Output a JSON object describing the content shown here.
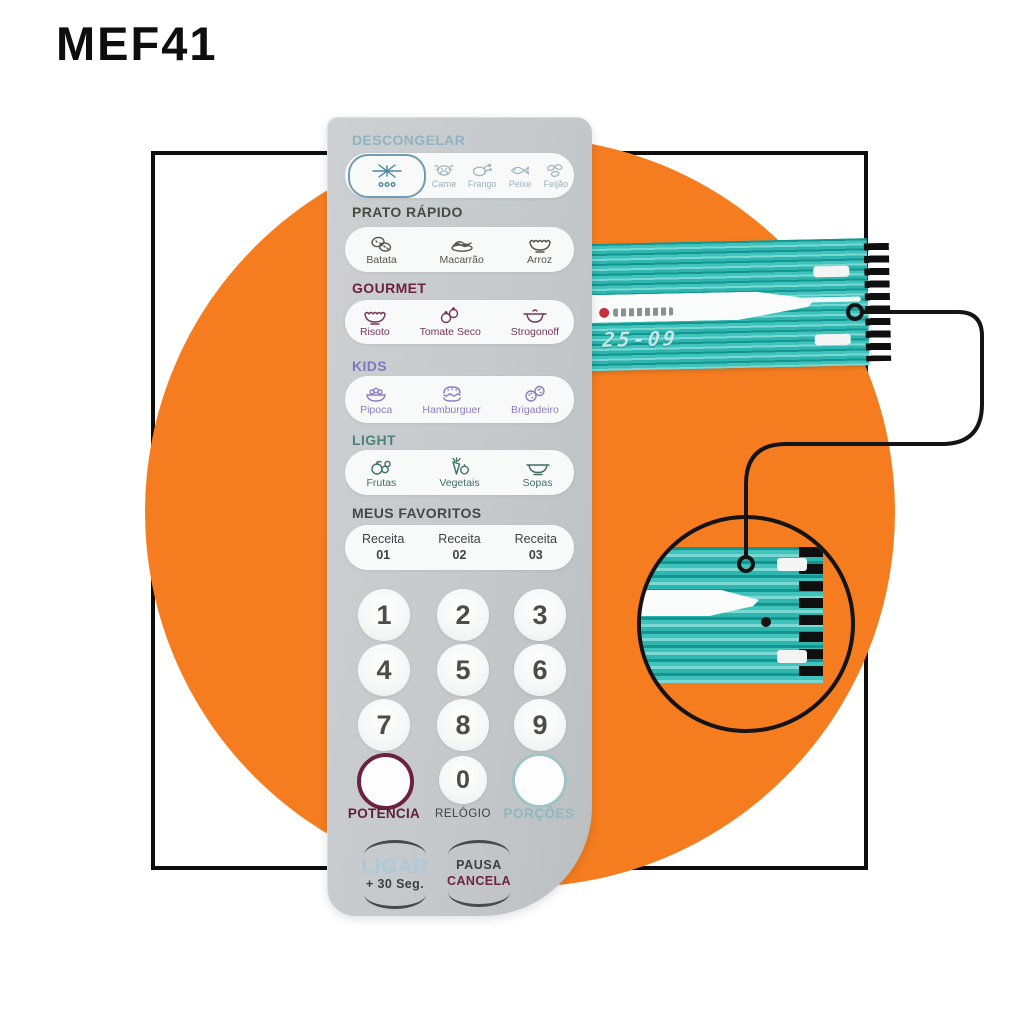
{
  "title": "MEF41",
  "colors": {
    "orange": "#F57D20",
    "cable_teal": "#2CB4AE",
    "descongelar_blue": "#8FB3C0",
    "prato_rapido_gray": "#4A4A45",
    "gourmet_maroon": "#6D2240",
    "kids_purple": "#8276BB",
    "light_teal": "#4E837A",
    "potencia_maroon": "#6A2240",
    "porcoes_teal": "#9FC3C6"
  },
  "panel": {
    "sections": [
      {
        "header": "DESCONGELAR",
        "items": [
          {
            "label": "Carne"
          },
          {
            "label": "Frango"
          },
          {
            "label": "Peixe"
          },
          {
            "label": "Feijão"
          }
        ]
      },
      {
        "header": "PRATO RÁPIDO",
        "items": [
          {
            "label": "Batata"
          },
          {
            "label": "Macarrão"
          },
          {
            "label": "Arroz"
          }
        ]
      },
      {
        "header": "GOURMET",
        "items": [
          {
            "label": "Risoto"
          },
          {
            "label": "Tomate Seco"
          },
          {
            "label": "Strogonoff"
          }
        ]
      },
      {
        "header": "KIDS",
        "items": [
          {
            "label": "Pipoca"
          },
          {
            "label": "Hamburguer"
          },
          {
            "label": "Brigadeiro"
          }
        ]
      },
      {
        "header": "LIGHT",
        "items": [
          {
            "label": "Frutas"
          },
          {
            "label": "Vegetais"
          },
          {
            "label": "Sopas"
          }
        ]
      }
    ],
    "favorites": {
      "header": "MEUS FAVORITOS",
      "items": [
        {
          "name": "Receita",
          "num": "01"
        },
        {
          "name": "Receita",
          "num": "02"
        },
        {
          "name": "Receita",
          "num": "03"
        }
      ]
    },
    "digits": [
      "1",
      "2",
      "3",
      "4",
      "5",
      "6",
      "7",
      "8",
      "9"
    ],
    "zero": "0",
    "controls": {
      "potencia": "POTÊNCIA",
      "relogio": "RELÓGIO",
      "porcoes": "PORÇÕES"
    },
    "bottom": {
      "ligar": "LIGAR",
      "seg": "+ 30 Seg.",
      "pausa": "PAUSA",
      "cancela": "CANCELA"
    }
  },
  "cable": {
    "code": "25-09"
  }
}
